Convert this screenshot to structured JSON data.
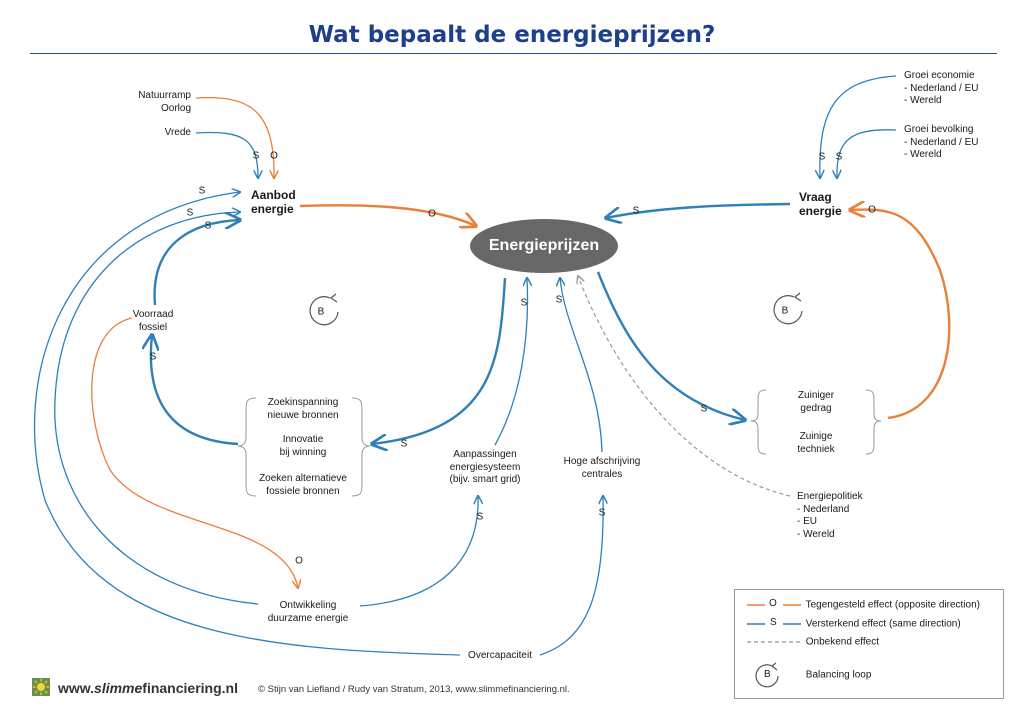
{
  "title": "Wat bepaalt de energieprijzen?",
  "colors": {
    "opposite": "#e8803a",
    "same": "#2f80b8",
    "unknown": "#999999",
    "title": "#1d3f8c",
    "center": "#676767"
  },
  "center_label": "Energieprijzen",
  "nodes": {
    "natuurramp": "Natuurramp\nOorlog",
    "vrede": "Vrede",
    "aanbod": "Aanbod\nenergie",
    "vraag": "Vraag\nenergie",
    "groei_economie": "Groei economie\n- Nederland / EU\n- Wereld",
    "groei_bevolking": "Groei bevolking\n- Nederland / EU\n- Wereld",
    "voorraad": "Voorraad\nfossiel",
    "zoek": "Zoekinspanning\nnieuwe bronnen",
    "innovatie": "Innovatie\nbij winning",
    "zoeken_alt": "Zoeken alternatieve\nfossiele bronnen",
    "aanpassingen": "Aanpassingen\nenergiesysteem\n(bijv. smart grid)",
    "afschrijving": "Hoge afschrijving\ncentrales",
    "zuiniger": "Zuiniger\ngedrag",
    "zuinige": "Zuinige\ntechniek",
    "energiepolitiek": "Energiepolitiek\n- Nederland\n- EU\n- Wereld",
    "ontwikkeling": "Ontwikkeling\nduurzame energie",
    "overcapaciteit": "Overcapaciteit"
  },
  "loop_markers": [
    "B",
    "B"
  ],
  "edge_marks": {
    "s": "S",
    "o": "O"
  },
  "legend": {
    "items": [
      {
        "symbol": "O",
        "type": "opposite",
        "label": "Tegengesteld effect (opposite direction)"
      },
      {
        "symbol": "S",
        "type": "same",
        "label": "Versterkend effect (same direction)"
      },
      {
        "symbol": "",
        "type": "unknown",
        "label": "Onbekend effect"
      },
      {
        "symbol": "B",
        "type": "loop",
        "label": "Balancing loop"
      }
    ]
  },
  "footer": {
    "url_prefix": "www.",
    "url_italic": "slimme",
    "url_rest": "financiering.nl",
    "copyright": "© Stijn van Liefland / Rudy van Stratum, 2013, www.slimmefinanciering.nl."
  }
}
